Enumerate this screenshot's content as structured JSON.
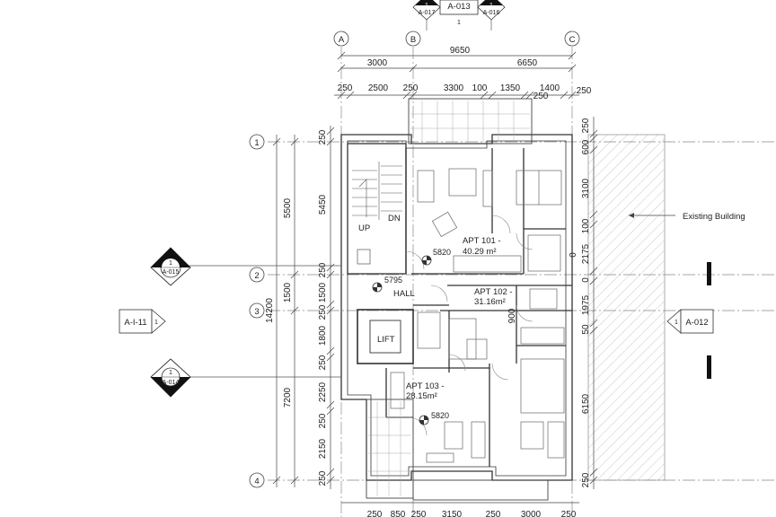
{
  "grid": {
    "columns": [
      "A",
      "B",
      "C"
    ],
    "rows": [
      "1",
      "2",
      "3",
      "4"
    ]
  },
  "dimensions": {
    "top_overall": "9650",
    "top_segments": [
      "3000",
      "6650"
    ],
    "top_detail": [
      "250",
      "2500",
      "250",
      "3300",
      "100",
      "1350",
      "250",
      "1400",
      "250"
    ],
    "left_overall": "14200",
    "left_segments": [
      "5500",
      "1500",
      "7200"
    ],
    "left_detail": [
      "250",
      "5450",
      "250",
      "1500",
      "250",
      "1800",
      "250",
      "2250",
      "250",
      "2150",
      "250"
    ],
    "right_detail": [
      "250",
      "600",
      "3100",
      "100",
      "2175",
      "0",
      "0",
      "1975",
      "50",
      "6150",
      "250"
    ],
    "bottom_detail": [
      "250",
      "850",
      "250",
      "3150",
      "250",
      "3000",
      "250"
    ],
    "misc": [
      "900"
    ]
  },
  "rooms": {
    "apt101_name": "APT 101 -",
    "apt101_area": "40.29 m²",
    "apt102_name": "APT 102 -",
    "apt102_area": "31.16m²",
    "apt103_name": "APT 103 -",
    "apt103_area": "28.15m²",
    "hall": "HALL",
    "lift": "LIFT",
    "up": "UP",
    "dn": "DN",
    "existing": "Existing Building"
  },
  "levels": [
    "5820",
    "5795",
    "5820"
  ],
  "callouts": {
    "top_center": "A-013",
    "top_center_num": "1",
    "top_left": "A-017",
    "top_left_num": "1",
    "top_right": "A-016",
    "top_right_num": "1",
    "left_top": "A-015",
    "left_top_num": "1",
    "left_mid": "A-I-11",
    "left_mid_num": "1",
    "left_bottom": "A-014",
    "left_bottom_num": "1",
    "right_mid": "A-012",
    "right_mid_num": "1"
  }
}
